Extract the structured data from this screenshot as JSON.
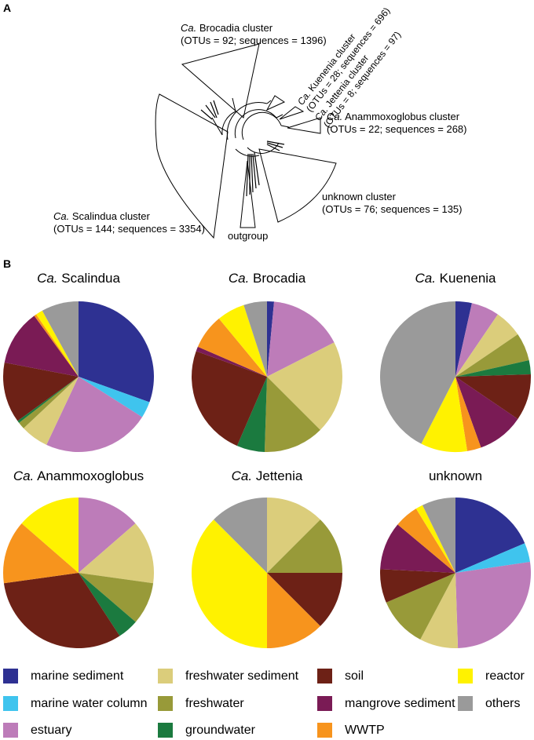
{
  "panel_a": {
    "letter": "A",
    "clusters": [
      {
        "name_italic": "Ca.",
        "name": "Brocadia cluster",
        "stats": "(OTUs = 92; sequences = 1396)"
      },
      {
        "name_italic": "Ca.",
        "name": "Kuenenia cluster",
        "stats": "(OTUs = 28; sequences = 696)"
      },
      {
        "name_italic": "Ca.",
        "name": "Jettenia cluster",
        "stats": "(OTUs = 8; sequences = 97)"
      },
      {
        "name_italic": "Ca.",
        "name": "Anammoxoglobus cluster",
        "stats": "(OTUs = 22; sequences = 268)"
      },
      {
        "name_italic": "",
        "name": "unknown cluster",
        "stats": "(OTUs = 76; sequences = 135)"
      },
      {
        "name_italic": "Ca.",
        "name": "Scalindua cluster",
        "stats": "(OTUs = 144; sequences = 3354)"
      }
    ],
    "outgroup_label": "outgroup"
  },
  "panel_b": {
    "letter": "B",
    "legend": [
      {
        "label": "marine sediment",
        "color": "#2e3192"
      },
      {
        "label": "marine water column",
        "color": "#3fc4ee"
      },
      {
        "label": "estuary",
        "color": "#bd7cb9"
      },
      {
        "label": "freshwater sediment",
        "color": "#dbcd7b"
      },
      {
        "label": "freshwater",
        "color": "#989a39"
      },
      {
        "label": "groundwater",
        "color": "#1b7a3f"
      },
      {
        "label": "soil",
        "color": "#6d2116"
      },
      {
        "label": "mangrove sediment",
        "color": "#7a1b55"
      },
      {
        "label": "WWTP",
        "color": "#f7941d"
      },
      {
        "label": "reactor",
        "color": "#fff200"
      },
      {
        "label": "others",
        "color": "#9a9a9a"
      }
    ]
  },
  "chart_data": [
    {
      "type": "pie",
      "title_italic": "Ca.",
      "title": "Scalindua",
      "labels": [
        "marine sediment",
        "marine water column",
        "estuary",
        "freshwater sediment",
        "freshwater",
        "groundwater",
        "soil",
        "mangrove sediment",
        "WWTP",
        "reactor",
        "others"
      ],
      "values": [
        30.5,
        3.5,
        23,
        6,
        1.5,
        0.5,
        13,
        12,
        0.5,
        1.5,
        8
      ]
    },
    {
      "type": "pie",
      "title_italic": "Ca.",
      "title": "Brocadia",
      "labels": [
        "marine sediment",
        "marine water column",
        "estuary",
        "freshwater sediment",
        "freshwater",
        "groundwater",
        "soil",
        "mangrove sediment",
        "WWTP",
        "reactor",
        "others"
      ],
      "values": [
        1.5,
        0,
        16,
        20,
        13,
        6,
        24,
        1,
        7.5,
        6,
        5
      ]
    },
    {
      "type": "pie",
      "title_italic": "Ca.",
      "title": "Kuenenia",
      "labels": [
        "marine sediment",
        "marine water column",
        "estuary",
        "freshwater sediment",
        "freshwater",
        "groundwater",
        "soil",
        "mangrove sediment",
        "WWTP",
        "reactor",
        "others"
      ],
      "values": [
        3.5,
        0,
        6,
        6,
        6,
        3,
        10,
        10,
        3,
        10,
        42.5
      ]
    },
    {
      "type": "pie",
      "title_italic": "Ca.",
      "title": "Anammoxoglobus",
      "labels": [
        "marine sediment",
        "marine water column",
        "estuary",
        "freshwater sediment",
        "freshwater",
        "groundwater",
        "soil",
        "mangrove sediment",
        "WWTP",
        "reactor",
        "others"
      ],
      "values": [
        0,
        0,
        13.6,
        13.6,
        9.1,
        4.5,
        32,
        0,
        13.6,
        13.6,
        0
      ]
    },
    {
      "type": "pie",
      "title_italic": "Ca.",
      "title": "Jettenia",
      "labels": [
        "marine sediment",
        "marine water column",
        "estuary",
        "freshwater sediment",
        "freshwater",
        "groundwater",
        "soil",
        "mangrove sediment",
        "WWTP",
        "reactor",
        "others"
      ],
      "values": [
        0,
        0,
        0,
        12.5,
        12.5,
        0,
        12.5,
        0,
        12.5,
        37.5,
        12.5
      ]
    },
    {
      "type": "pie",
      "title_italic": "",
      "title": "unknown",
      "labels": [
        "marine sediment",
        "marine water column",
        "estuary",
        "freshwater sediment",
        "freshwater",
        "groundwater",
        "soil",
        "mangrove sediment",
        "WWTP",
        "reactor",
        "others"
      ],
      "values": [
        18,
        4,
        26,
        8,
        10.5,
        0,
        7,
        10,
        5,
        1.5,
        7
      ]
    }
  ]
}
